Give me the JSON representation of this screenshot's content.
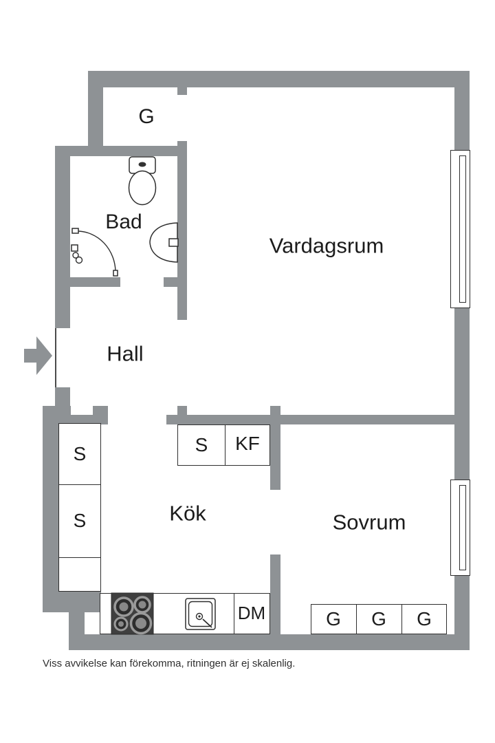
{
  "plan": {
    "rooms": {
      "closet_top": "G",
      "bathroom": "Bad",
      "living_room": "Vardagsrum",
      "hall": "Hall",
      "kitchen": "Kök",
      "bedroom": "Sovrum"
    },
    "cabinets": {
      "left_column": [
        "S",
        "S"
      ],
      "kitchen_top": [
        "S",
        "KF"
      ],
      "dishwasher": "DM",
      "bedroom_wardrobes": [
        "G",
        "G",
        "G"
      ]
    },
    "disclaimer": "Viss avvikelse kan förekomma, ritningen är ej skalenlig.",
    "colors": {
      "wall": "#8e9295",
      "line": "#2e2e2e",
      "stove": "#3f3f3f",
      "ring": "#9a9a9a",
      "bg": "#ffffff",
      "text": "#1c1c1c"
    }
  }
}
